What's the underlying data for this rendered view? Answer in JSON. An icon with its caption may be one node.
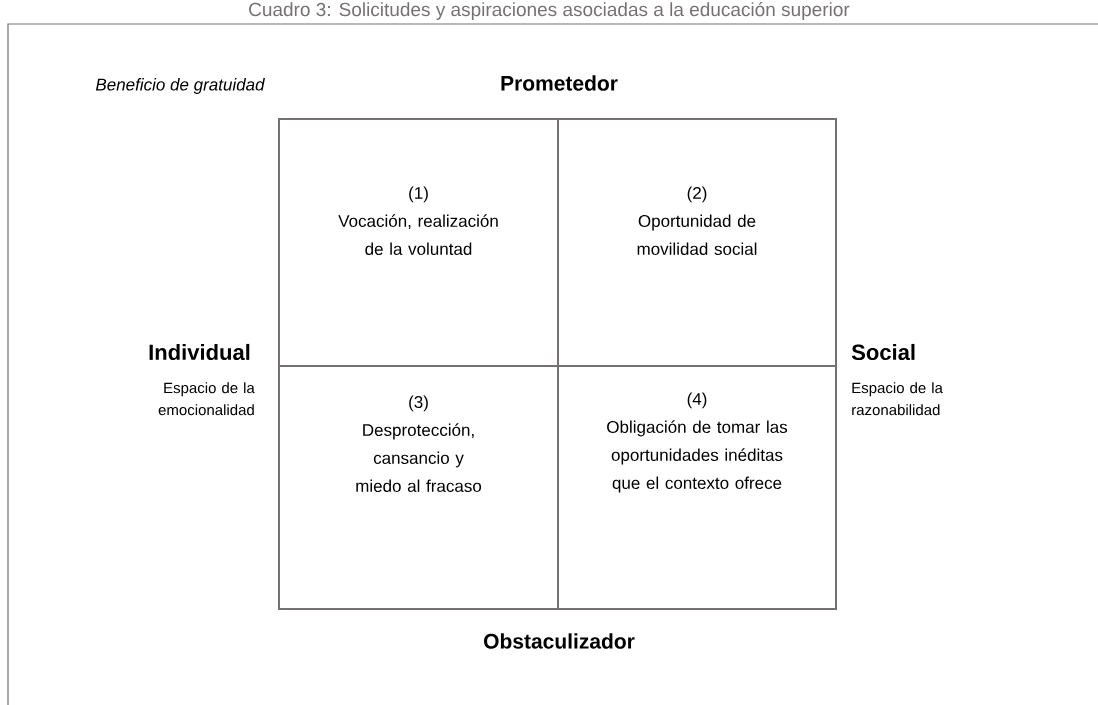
{
  "diagram": {
    "title": "Cuadro 3: Solicitudes y aspiraciones asociadas a la educación superior",
    "nodes": [
      {
        "text": [
          "(1)",
          "Vocación, realización de la voluntad"
        ]
      },
      {
        "text": [
          "(2)",
          "Oportunidad de movilidad social"
        ]
      },
      {
        "text": [
          "(3)",
          "Desprotección, cansancio y miedo al fracaso"
        ]
      },
      {
        "text": [
          "(4)",
          "Obligación de tomar las oportunidades inéditas que el contexto ofrece"
        ]
      }
    ],
    "labels": [
      "Beneficio de gratuidad",
      "Prometedor",
      "Individual",
      "Espacio de la emocionalidad",
      "Social",
      "Espacio de la razonabilidad",
      "Obstaculizador"
    ]
  }
}
